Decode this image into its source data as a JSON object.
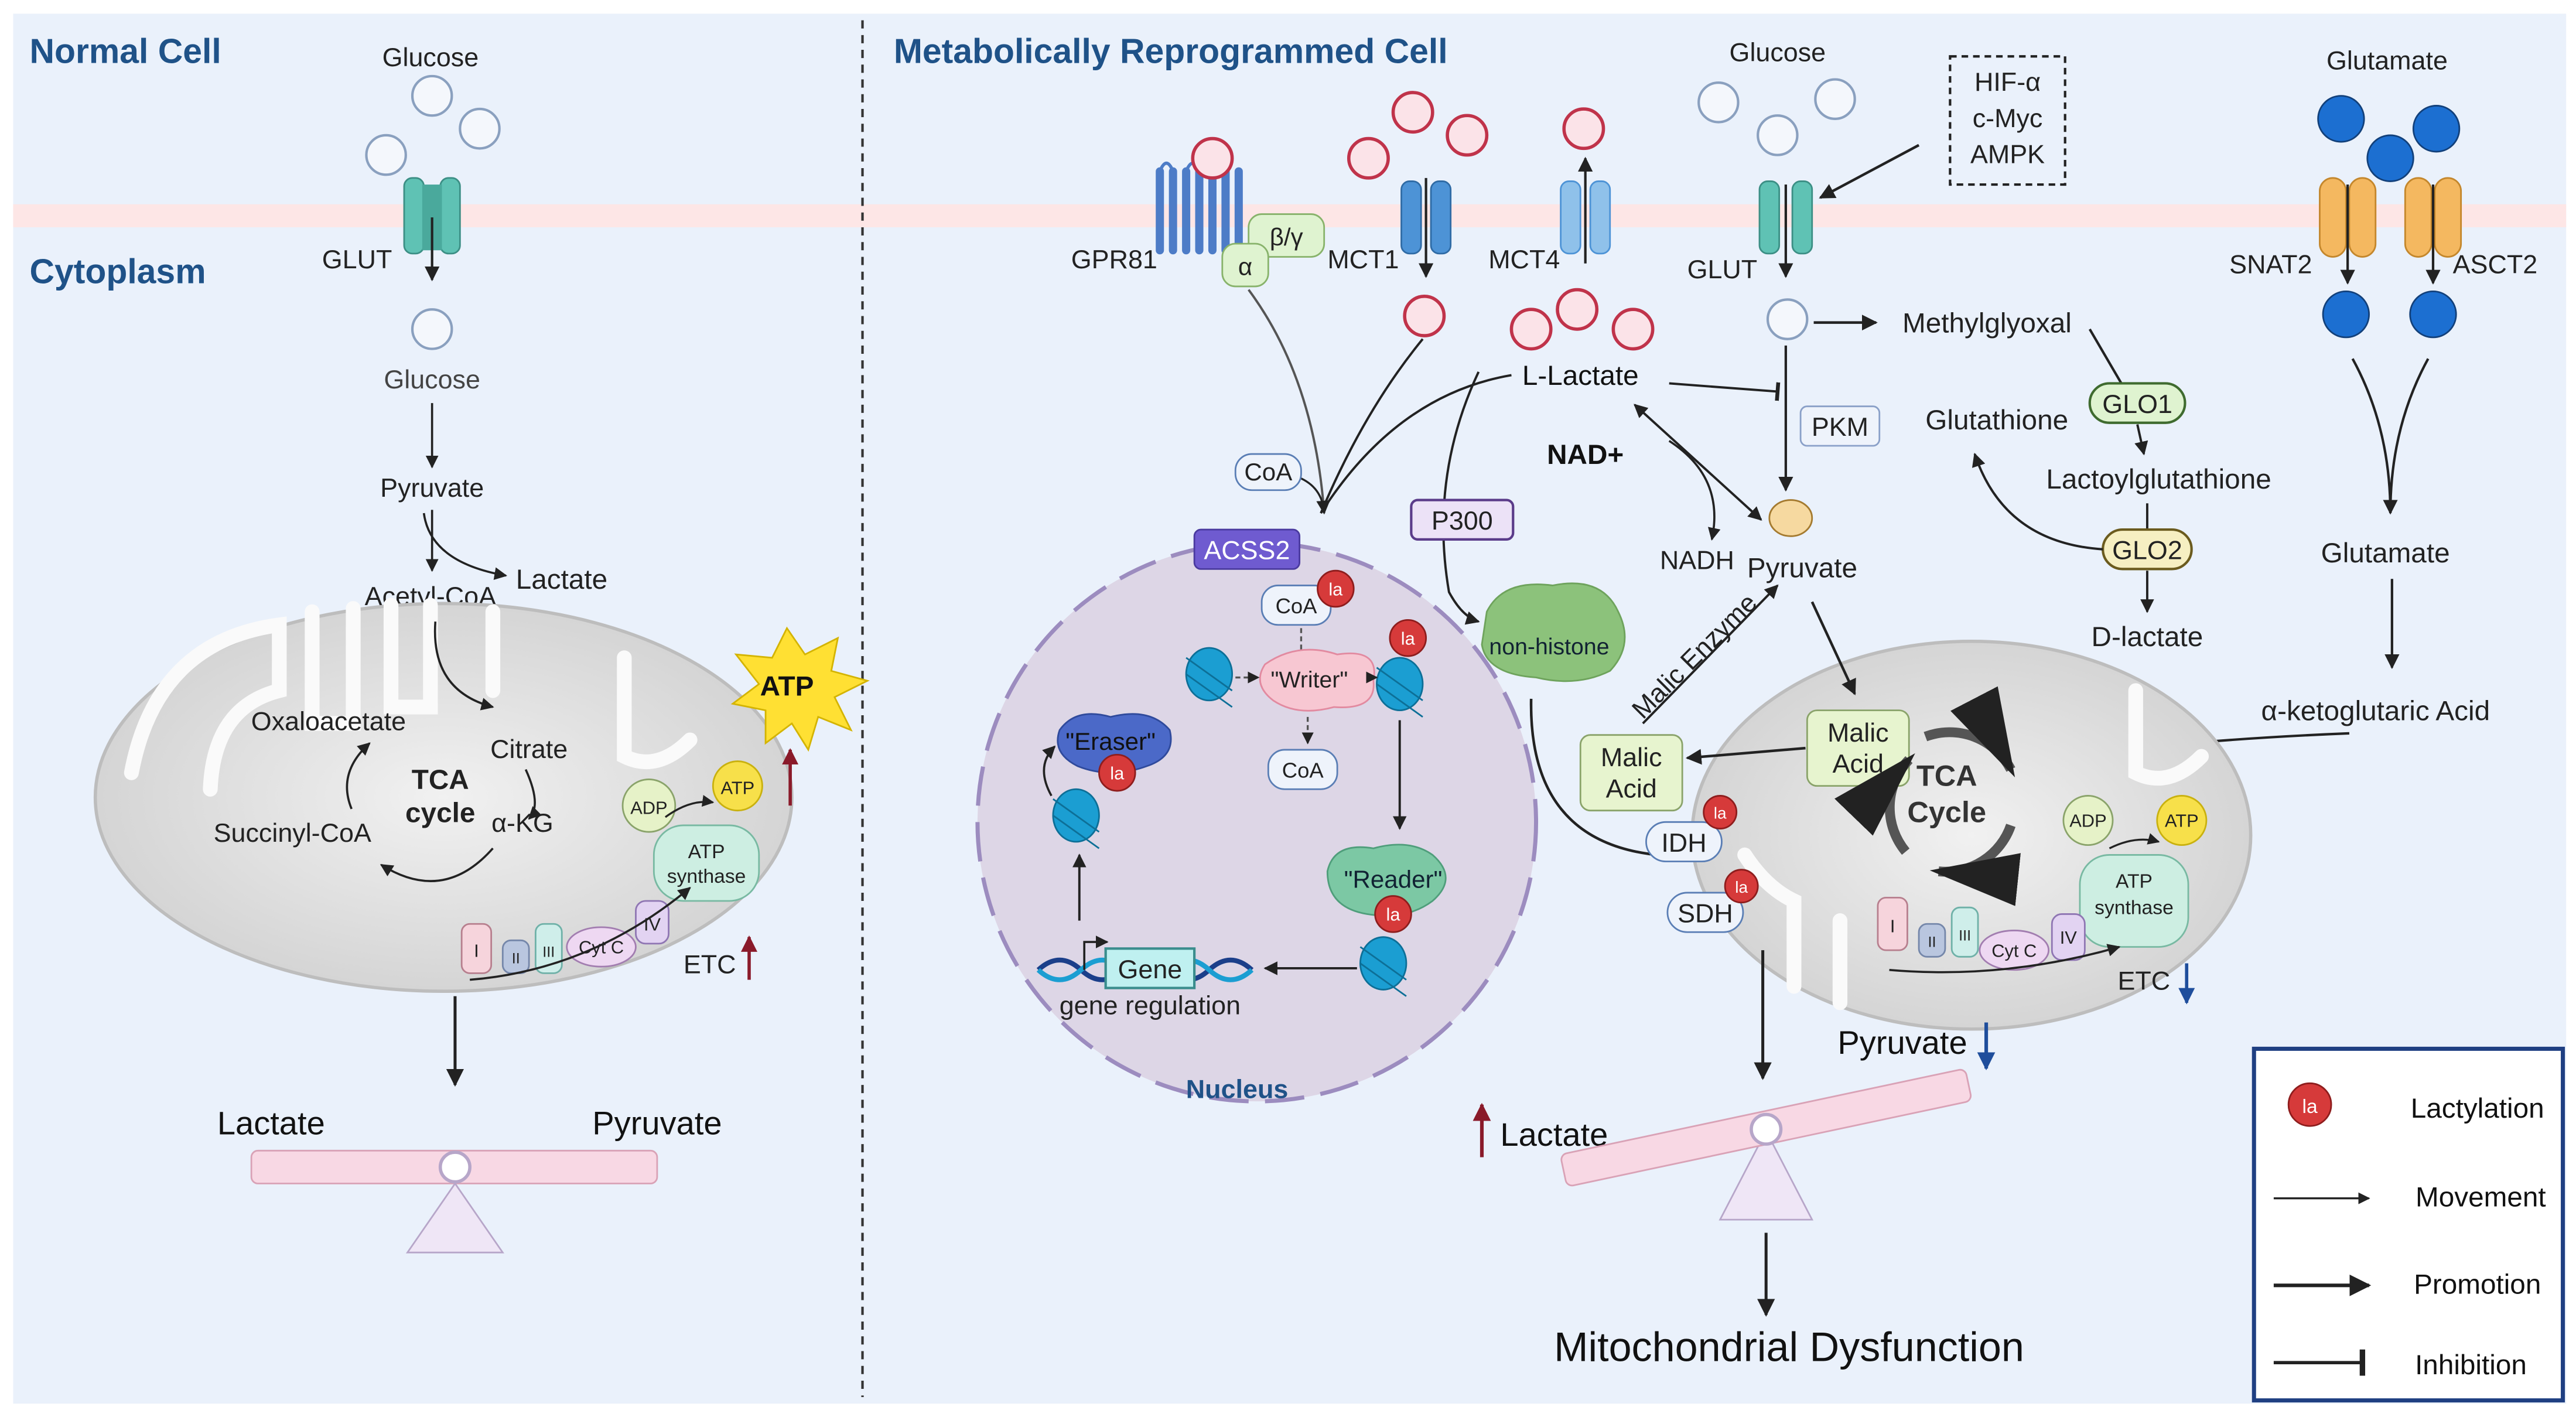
{
  "panels": {
    "normal_title": "Normal Cell",
    "reprogrammed_title": "Metabolically Reprogrammed Cell",
    "cytoplasm": "Cytoplasm",
    "nucleus": "Nucleus"
  },
  "normal": {
    "glucose_top": "Glucose",
    "glut": "GLUT",
    "glucose_inner": "Glucose",
    "pyruvate": "Pyruvate",
    "lactate_small": "Lactate",
    "acetyl_coa": "Acetyl-CoA",
    "oxaloacetate": "Oxaloacetate",
    "citrate": "Citrate",
    "tca1": "TCA",
    "tca2": "cycle",
    "succinyl_coa": "Succinyl-CoA",
    "akg": "α-KG",
    "atp_burst": "ATP",
    "adp": "ADP",
    "atp_small": "ATP",
    "atp_synthase1": "ATP",
    "atp_synthase2": "synthase",
    "complex_i": "I",
    "complex_ii": "II",
    "complex_iii": "III",
    "cytc": "Cyt C",
    "complex_iv": "IV",
    "etc": "ETC",
    "seesaw_left": "Lactate",
    "seesaw_right": "Pyruvate"
  },
  "reprogrammed": {
    "gpr81": "GPR81",
    "beta_gamma": "β/γ",
    "alpha": "α",
    "mct1": "MCT1",
    "mct4": "MCT4",
    "glucose": "Glucose",
    "glut": "GLUT",
    "regulators": [
      "HIF-α",
      "c-Myc",
      "AMPK"
    ],
    "glutamate_top": "Glutamate",
    "snat2": "SNAT2",
    "asct2": "ASCT2",
    "methylglyoxal": "Methylglyoxal",
    "glutathione": "Glutathione",
    "glo1": "GLO1",
    "lactoylglutathione": "Lactoylglutathione",
    "glo2": "GLO2",
    "d_lactate": "D-lactate",
    "glutamate_mid": "Glutamate",
    "aketoglutaric": "α-ketoglutaric Acid",
    "l_lactate": "L-Lactate",
    "pkm": "PKM",
    "nad_plus": "NAD+",
    "nadh": "NADH",
    "pyruvate": "Pyruvate",
    "coa_top": "CoA",
    "acss2": "ACSS2",
    "p300": "P300",
    "non_histone": "non-histone",
    "malic_enzyme": "Malic Enzyme",
    "malic_acid_left1": "Malic",
    "malic_acid_left2": "Acid",
    "malic_acid_right1": "Malic",
    "malic_acid_right2": "Acid",
    "idh": "IDH",
    "sdh": "SDH",
    "tca1": "TCA",
    "tca2": "Cycle",
    "adp": "ADP",
    "atp": "ATP",
    "atp_synthase1": "ATP",
    "atp_synthase2": "synthase",
    "complex_i": "I",
    "complex_ii": "II",
    "complex_iii": "III",
    "cytc": "Cyt C",
    "complex_iv": "IV",
    "etc": "ETC",
    "seesaw_pyruvate": "Pyruvate",
    "seesaw_lactate": "Lactate",
    "dysfunction": "Mitochondrial Dysfunction"
  },
  "nucleus": {
    "coa_la": "CoA",
    "la": "la",
    "writer": "\"Writer\"",
    "coa_free": "CoA",
    "eraser": "\"Eraser\"",
    "reader": "\"Reader\"",
    "gene": "Gene",
    "gene_regulation": "gene regulation"
  },
  "legend": {
    "lactylation": "Lactylation",
    "movement": "Movement",
    "promotion": "Promotion",
    "inhibition": "Inhibition",
    "la_symbol": "la"
  },
  "colors": {
    "panel_bg": "#eaf1fb",
    "membrane": "#fde6e6",
    "title_blue": "#1f5288",
    "lactate_red": "#c0334a",
    "la_red": "#d63a3a",
    "transporter_teal": "#5fc2b4",
    "mct_blue": "#4d93d6",
    "glutamate_blue": "#1c6fd1",
    "snat_orange": "#f4b860",
    "nucleus_purple": "#ddd6e6",
    "mito_gray": "#d7d7d7",
    "up_arrow": "#8a1a2a",
    "down_arrow": "#1f4e9c",
    "legend_border": "#1f3f82"
  }
}
